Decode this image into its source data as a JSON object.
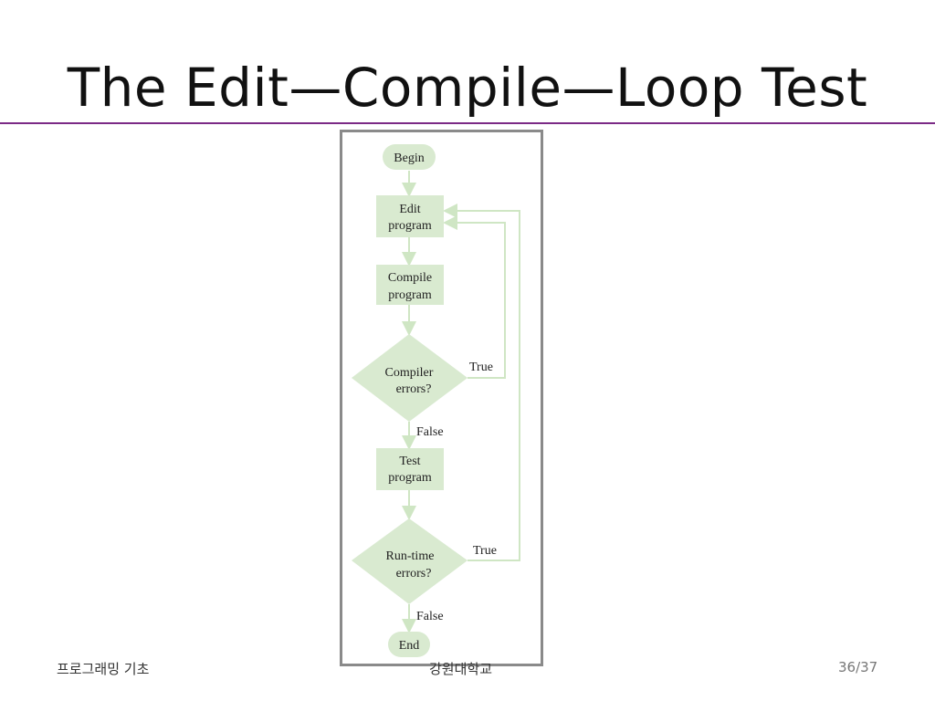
{
  "slide": {
    "title": "The Edit—Compile—Loop Test"
  },
  "flowchart": {
    "begin": "Begin",
    "edit_line1": "Edit",
    "edit_line2": "program",
    "compile_line1": "Compile",
    "compile_line2": "program",
    "compiler_errors_line1": "Compiler",
    "compiler_errors_line2": "errors?",
    "test_line1": "Test",
    "test_line2": "program",
    "runtime_errors_line1": "Run-time",
    "runtime_errors_line2": "errors?",
    "end": "End",
    "true_label_1": "True",
    "false_label_1": "False",
    "true_label_2": "True",
    "false_label_2": "False",
    "node_color": "#d9ead0",
    "arrow_color": "#cfe6c4"
  },
  "footer": {
    "left": "프로그래밍 기초",
    "center": "강원대학교",
    "page": "36/37"
  }
}
